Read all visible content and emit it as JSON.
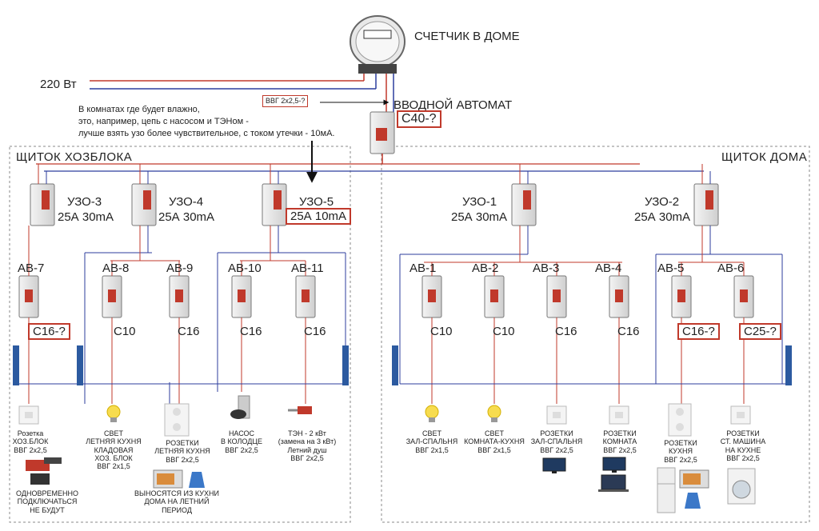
{
  "meter": {
    "label": "СЧЕТЧИК В ДОМЕ"
  },
  "supply": {
    "voltage": "220 Вт",
    "cable": "ВВГ 2х2,5-?"
  },
  "main_breaker": {
    "label": "ВВОДНОЙ АВТОМАТ",
    "rating": "C40-?"
  },
  "note": {
    "line1": "В комнатах где будет влажно,",
    "line2": "это, например, цепь с насосом и ТЭНом -",
    "line3": "лучше взять узо более чувствительное, с током утечки - 10мА."
  },
  "panel_left": {
    "title": "ЩИТОК ХОЗБЛОКА",
    "rcds": [
      {
        "name": "УЗО-3",
        "rating": "25А 30mA"
      },
      {
        "name": "УЗО-4",
        "rating": "25А 30mA"
      },
      {
        "name": "УЗО-5",
        "rating": "25А 10mA"
      }
    ],
    "breakers": [
      {
        "name": "АВ-7",
        "rating": "C16-?"
      },
      {
        "name": "АВ-8",
        "rating": "C10"
      },
      {
        "name": "АВ-9",
        "rating": "C16"
      },
      {
        "name": "АВ-10",
        "rating": "C16"
      },
      {
        "name": "АВ-11",
        "rating": "C16"
      }
    ],
    "loads": [
      {
        "l1": "Розетка",
        "l2": "ХОЗ.БЛОК",
        "l3": "ВВГ 2х2,5"
      },
      {
        "l1": "СВЕТ",
        "l2": "ЛЕТНЯЯ КУХНЯ",
        "l3": "КЛАДОВАЯ",
        "l4": "ХОЗ. БЛОК",
        "l5": "ВВГ 2х1,5"
      },
      {
        "l1": "РОЗЕТКИ",
        "l2": "ЛЕТНЯЯ КУХНЯ",
        "l3": "ВВГ 2х2,5"
      },
      {
        "l1": "НАСОС",
        "l2": "В КОЛОДЦЕ",
        "l3": "ВВГ 2х2,5"
      },
      {
        "l1": "ТЭН - 2 кВт",
        "l2": "(замена на 3 кВт)",
        "l3": "Летний душ",
        "l4": "ВВГ 2х2,5"
      }
    ],
    "note_tools": {
      "l1": "ОДНОВРЕМЕННО",
      "l2": "ПОДКЛЮЧАТЬСЯ",
      "l3": "НЕ БУДУТ"
    },
    "note_kitchen": {
      "l1": "ВЫНОСЯТСЯ ИЗ КУХНИ",
      "l2": "ДОМА НА ЛЕТНИЙ",
      "l3": "ПЕРИОД"
    }
  },
  "panel_right": {
    "title": "ЩИТОК ДОМА",
    "rcds": [
      {
        "name": "УЗО-1",
        "rating": "25А 30mA"
      },
      {
        "name": "УЗО-2",
        "rating": "25А 30mA"
      }
    ],
    "breakers": [
      {
        "name": "АВ-1",
        "rating": "C10"
      },
      {
        "name": "АВ-2",
        "rating": "C10"
      },
      {
        "name": "АВ-3",
        "rating": "C16"
      },
      {
        "name": "АВ-4",
        "rating": "C16"
      },
      {
        "name": "АВ-5",
        "rating": "C16-?"
      },
      {
        "name": "АВ-6",
        "rating": "C25-?"
      }
    ],
    "loads": [
      {
        "l1": "СВЕТ",
        "l2": "ЗАЛ-СПАЛЬНЯ",
        "l3": "ВВГ 2х1,5"
      },
      {
        "l1": "СВЕТ",
        "l2": "КОМНАТА-КУХНЯ",
        "l3": "ВВГ 2х1,5"
      },
      {
        "l1": "РОЗЕТКИ",
        "l2": "ЗАЛ-СПАЛЬНЯ",
        "l3": "ВВГ 2х2,5"
      },
      {
        "l1": "РОЗЕТКИ",
        "l2": "КОМНАТА",
        "l3": "ВВГ 2х2,5"
      },
      {
        "l1": "РОЗЕТКИ",
        "l2": "КУХНЯ",
        "l3": "ВВГ 2х2,5"
      },
      {
        "l1": "РОЗЕТКИ",
        "l2": "СТ. МАШИНА",
        "l3": "НА КУХНЕ",
        "l4": "ВВГ 2х2,5"
      }
    ]
  },
  "colors": {
    "phase": "#c0392b",
    "neutral": "#2c3e9e",
    "dash": "#888888",
    "highlight": "#c0392b"
  }
}
